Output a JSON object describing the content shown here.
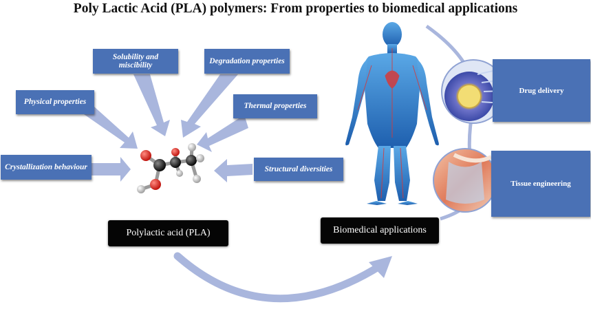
{
  "title": "Poly Lactic Acid (PLA) polymers: From properties to biomedical applications",
  "properties": {
    "solubility": "Solubility and miscibility",
    "degradation": "Degradation properties",
    "physical": "Physical properties",
    "thermal": "Thermal properties",
    "crystallization": "Crystallization behaviour",
    "structural": "Structural diversities"
  },
  "left_label": "Polylactic acid (PLA)",
  "right_label": "Biomedical applications",
  "applications": {
    "drug_delivery": "Drug delivery",
    "tissue_engineering": "Tissue engineering"
  },
  "colors": {
    "box_blue": "#4a71b5",
    "arrow_light": "#a9b6dd",
    "black_label": "#050505"
  }
}
